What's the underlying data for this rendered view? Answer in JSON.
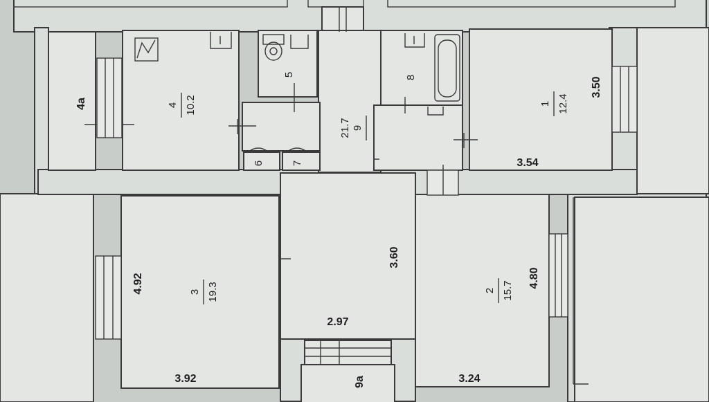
{
  "rooms": {
    "r1": {
      "number": "1",
      "area": "12.4"
    },
    "r2": {
      "number": "2",
      "area": "15.7"
    },
    "r3": {
      "number": "3",
      "area": "19.3"
    },
    "r4": {
      "number": "4",
      "area": "10.2"
    },
    "r4a": {
      "number": "4a"
    },
    "r5": {
      "number": "5"
    },
    "r6": {
      "number": "6"
    },
    "r7": {
      "number": "7"
    },
    "r8": {
      "number": "8"
    },
    "r9": {
      "number": "9",
      "area": "21.7"
    },
    "r9a": {
      "number": "9a"
    }
  },
  "dimensions": {
    "r1_height": "3.50",
    "r1_width": "3.54",
    "r2_height": "4.80",
    "r2_width": "3.24",
    "r3_height": "4.92",
    "r3_width": "3.92",
    "hall_length": "3.60",
    "hall_width": "2.97"
  },
  "colors": {
    "paper": "#c9cdc9",
    "wall": "#dadedb",
    "line": "#3a3a3a"
  }
}
